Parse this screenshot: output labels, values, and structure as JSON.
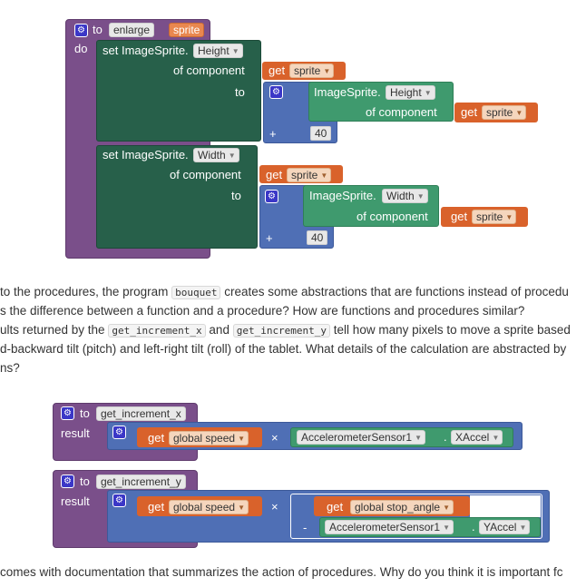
{
  "colors": {
    "procedure": "#7a4f8a",
    "setter": "#27604a",
    "getter": "#d9622b",
    "math": "#4f6fb5",
    "component_get": "#3f9a6e",
    "text": "#333333"
  },
  "block1": {
    "to": "to",
    "proc_name": "enlarge",
    "param": "sprite",
    "do": "do",
    "set1": {
      "set_label": "set ImageSprite.",
      "prop": "Height",
      "of_component": "of component",
      "to": "to",
      "get": "get",
      "var": "sprite",
      "comp_label": "ImageSprite.",
      "comp_prop": "Height",
      "comp_of": "of component",
      "comp_get": "get",
      "comp_var": "sprite",
      "op": "+",
      "num": "40"
    },
    "set2": {
      "set_label": "set ImageSprite.",
      "prop": "Width",
      "of_component": "of component",
      "to": "to",
      "get": "get",
      "var": "sprite",
      "comp_label": "ImageSprite.",
      "comp_prop": "Width",
      "comp_of": "of component",
      "comp_get": "get",
      "comp_var": "sprite",
      "op": "+",
      "num": "40"
    }
  },
  "text1": {
    "line1a": "to the procedures, the program ",
    "code1": "bouquet",
    "line1b": " creates some abstractions that are functions instead of procedu",
    "line2": "s the difference between a function and a procedure? How are functions and procedures similar?",
    "line3a": "ults returned by the ",
    "code2": "get_increment_x",
    "line3b": " and ",
    "code3": "get_increment_y",
    "line3c": " tell how many pixels to move a sprite based",
    "line4": "d-backward tilt (pitch) and left-right tilt (roll) of the tablet. What details of the calculation are abstracted by",
    "line5": "ns?"
  },
  "block2": {
    "to": "to",
    "proc_name": "get_increment_x",
    "result": "result",
    "get": "get",
    "var": "global speed",
    "op": "×",
    "sensor": "AccelerometerSensor1",
    "axis": "XAccel"
  },
  "block3": {
    "to": "to",
    "proc_name": "get_increment_y",
    "result": "result",
    "get": "get",
    "var": "global speed",
    "op": "×",
    "get2": "get",
    "var2": "global stop_angle",
    "minus": "-",
    "sensor": "AccelerometerSensor1",
    "axis": "YAccel"
  },
  "text2": {
    "line1": "comes with documentation that summarizes the action of procedures. Why do you think it is important fc"
  }
}
